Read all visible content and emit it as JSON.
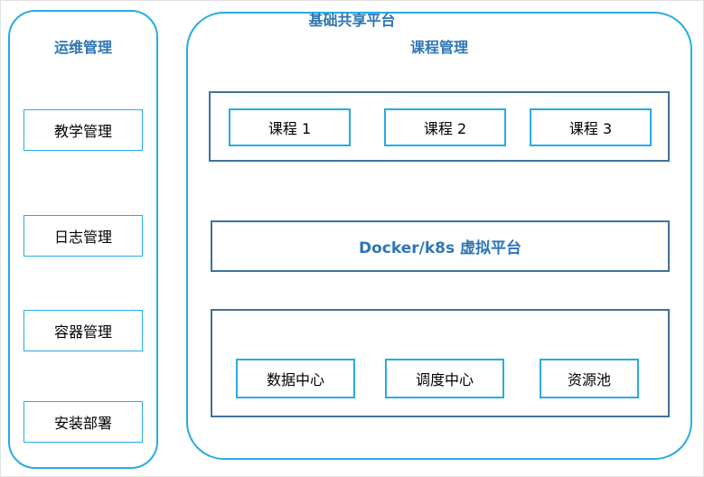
{
  "colors": {
    "outline_cyan": "#29abe2",
    "group_border_blue": "#41719c",
    "title_blue": "#2e75b6",
    "text_black": "#000000",
    "background": "#ffffff"
  },
  "left_panel": {
    "title": "运维管理",
    "items": [
      {
        "label": "教学管理"
      },
      {
        "label": "日志管理"
      },
      {
        "label": "容器管理"
      },
      {
        "label": "安装部署"
      }
    ]
  },
  "right_panel": {
    "title": "课程管理",
    "courses": [
      {
        "label": "课程 1"
      },
      {
        "label": "课程 2"
      },
      {
        "label": "课程 3"
      }
    ],
    "docker_layer": {
      "label": "Docker/k8s 虚拟平台"
    },
    "platform_layer": {
      "title": "基础共享平台",
      "items": [
        {
          "label": "数据中心"
        },
        {
          "label": "调度中心"
        },
        {
          "label": "资源池"
        }
      ]
    }
  }
}
